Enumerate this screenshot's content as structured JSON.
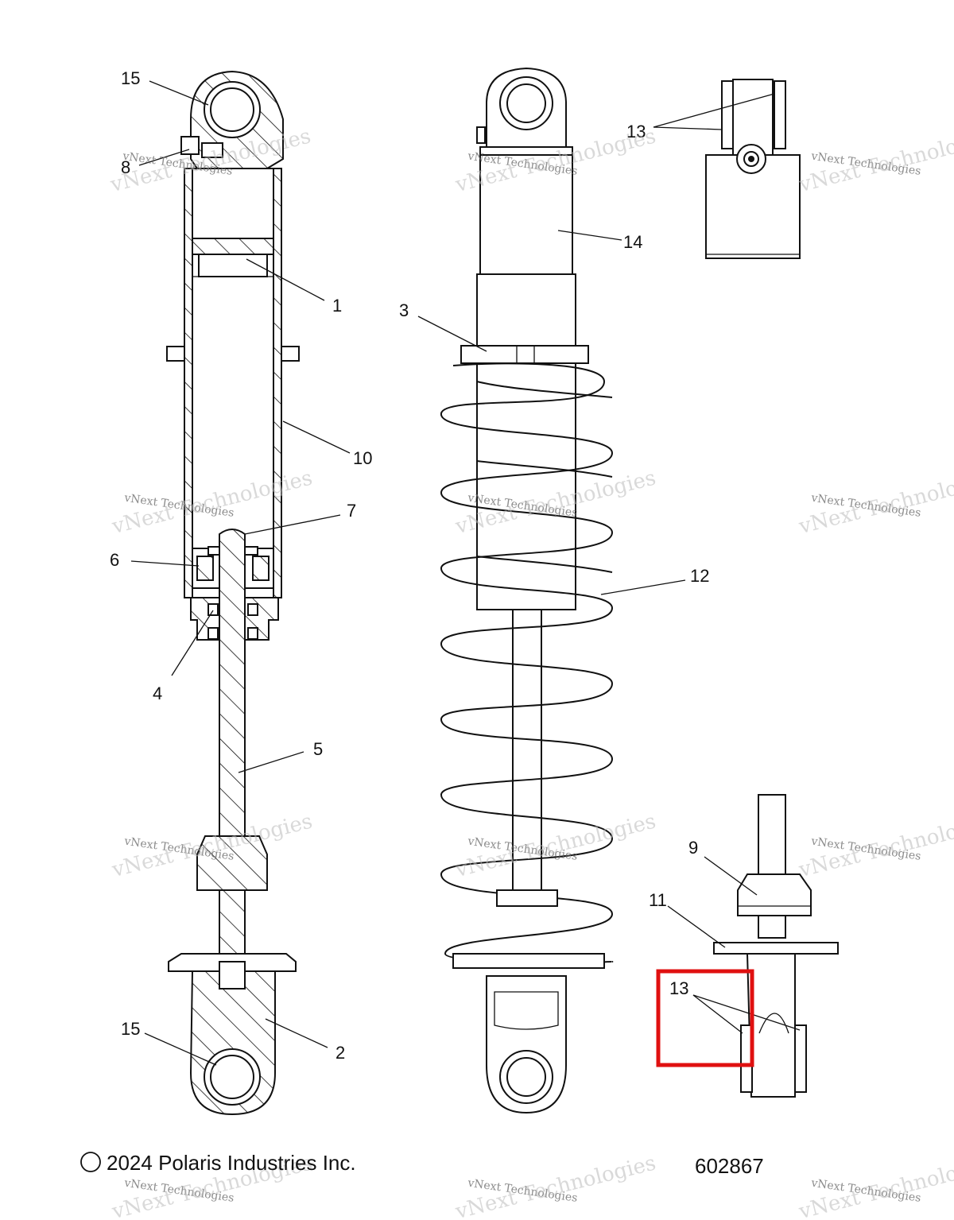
{
  "callouts": {
    "c15_top": "15",
    "c8": "8",
    "c1": "1",
    "c10": "10",
    "c7": "7",
    "c6": "6",
    "c4": "4",
    "c5": "5",
    "c15_bottom": "15",
    "c2": "2",
    "c3": "3",
    "c14": "14",
    "c12": "12",
    "c13_top": "13",
    "c9": "9",
    "c11": "11",
    "c13_bottom": "13"
  },
  "watermark": {
    "line1": "vNext Technologies",
    "line2": "vNext Technologies"
  },
  "footer": {
    "copyright": "2024 Polaris Industries Inc.",
    "copyright_symbol": "©",
    "diagram_number": "602867"
  },
  "colors": {
    "line": "#111111",
    "highlight_box": "#e01010",
    "watermark": "#bbbbbb"
  }
}
